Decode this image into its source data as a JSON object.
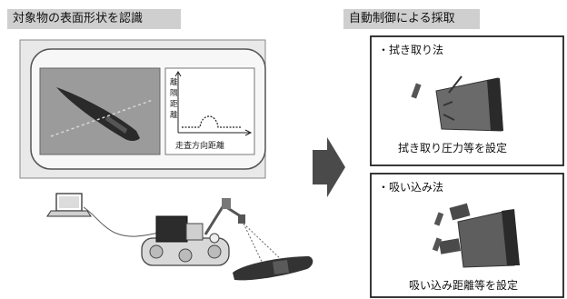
{
  "left": {
    "header": "対象物の表面形状を認識",
    "graph": {
      "y_axis_label_chars": [
        "離",
        "隔",
        "距",
        "離"
      ],
      "x_axis_label": "走査方向距離"
    }
  },
  "right": {
    "header": "自動制御による採取",
    "panels": [
      {
        "title": "・拭き取り法",
        "note": "拭き取り圧力等を設定"
      },
      {
        "title": "・吸い込み法",
        "note": "吸い込み距離等を設定"
      }
    ]
  }
}
